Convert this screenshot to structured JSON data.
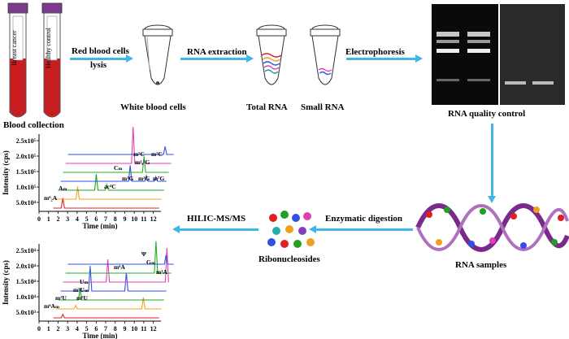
{
  "steps": {
    "blood_collection": "Blood collection",
    "tube_breast": "Breast cancer",
    "tube_healthy": "Healthy control",
    "lysis_1": "Red blood cells",
    "lysis_2": "lysis",
    "white_blood_cells": "White blood cells",
    "rna_extraction": "RNA extraction",
    "total_rna": "Total RNA",
    "small_rna": "Small RNA",
    "electrophoresis": "Electrophoresis",
    "rna_quality_control": "RNA quality control",
    "rna_samples": "RNA samples",
    "enzymatic_digestion": "Enzymatic digestion",
    "ribonucleosides": "Ribonucleosides",
    "hilic": "HILIC-MS/MS"
  },
  "colors": {
    "arrow": "#3fb6e8",
    "tube_red": "#c81e22",
    "tube_cap": "#7b3a8c",
    "rna_strand": "#7a2a8a"
  },
  "chart_data": [
    {
      "type": "line",
      "ylabel": "Intensity (cps)",
      "xlabel": "Time (min)",
      "xticks": [
        0,
        1,
        2,
        3,
        4,
        5,
        6,
        7,
        8,
        9,
        10,
        11,
        12
      ],
      "yticks": [
        "5.0x10⁴",
        "1.0x10⁵",
        "1.5x10⁵",
        "2.0x10⁵",
        "2.5x10⁵"
      ],
      "series": [
        {
          "color": "#e02020",
          "peaks": [
            {
              "x": 2.5,
              "h": 0.9
            }
          ]
        },
        {
          "color": "#f0a020",
          "peaks": [
            {
              "x": 3.8,
              "h": 1.1
            }
          ]
        },
        {
          "color": "#20a020",
          "peaks": [
            {
              "x": 5.5,
              "h": 1.4
            },
            {
              "x": 6.6,
              "h": 0.5
            }
          ]
        },
        {
          "color": "#3050e0",
          "peaks": [
            {
              "x": 8.8,
              "h": 1.4
            },
            {
              "x": 10.5,
              "h": 0.5
            },
            {
              "x": 11.5,
              "h": 0.4
            }
          ]
        },
        {
          "color": "#20b020",
          "peaks": [
            {
              "x": 10.0,
              "h": 1.4
            }
          ]
        },
        {
          "color": "#e040b0",
          "peaks": [
            {
              "x": 8.6,
              "h": 3.2
            }
          ]
        },
        {
          "color": "#3050e0",
          "peaks": [
            {
              "x": 11.7,
              "h": 0.7
            }
          ]
        }
      ],
      "annotations": [
        "m⁶₂A",
        "Aₘ",
        "ac⁴C",
        "Cₘ",
        "m¹G",
        "m²G",
        "m⁷G",
        "m⁵C",
        "m³C",
        "m²,²G"
      ]
    },
    {
      "type": "line",
      "ylabel": "Intensity (cps)",
      "xlabel": "Time (min)",
      "xticks": [
        0,
        1,
        2,
        3,
        4,
        5,
        6,
        7,
        8,
        9,
        10,
        11,
        12
      ],
      "yticks": [
        "5.0x10³",
        "1.0x10⁴",
        "1.5x10⁴",
        "2.0x10⁴",
        "2.5x10⁴"
      ],
      "series": [
        {
          "color": "#e02020",
          "peaks": [
            {
              "x": 2.5,
              "h": 0.3
            }
          ]
        },
        {
          "color": "#f0a020",
          "peaks": [
            {
              "x": 3.6,
              "h": 0.3
            },
            {
              "x": 10.7,
              "h": 1.0
            }
          ]
        },
        {
          "color": "#20a020",
          "peaks": [
            {
              "x": 3.8,
              "h": 1.0
            }
          ]
        },
        {
          "color": "#3050e0",
          "peaks": [
            {
              "x": 4.6,
              "h": 2.2
            },
            {
              "x": 8.4,
              "h": 1.6
            }
          ]
        },
        {
          "color": "#e040b0",
          "peaks": [
            {
              "x": 6.2,
              "h": 2.0
            },
            {
              "x": 12.4,
              "h": 3.0
            }
          ]
        },
        {
          "color": "#20b020",
          "peaks": [
            {
              "x": 11.0,
              "h": 2.8
            }
          ]
        },
        {
          "color": "#3050e0",
          "peaks": [
            {
              "x": 11.8,
              "h": 0.8
            }
          ]
        }
      ],
      "annotations": [
        "m⁶Aₘ",
        "m³U",
        "m⁵U",
        "m⁵Uₘ",
        "Uₘ",
        "m⁶A",
        "Ψ",
        "Gₘ",
        "m¹A"
      ]
    }
  ]
}
